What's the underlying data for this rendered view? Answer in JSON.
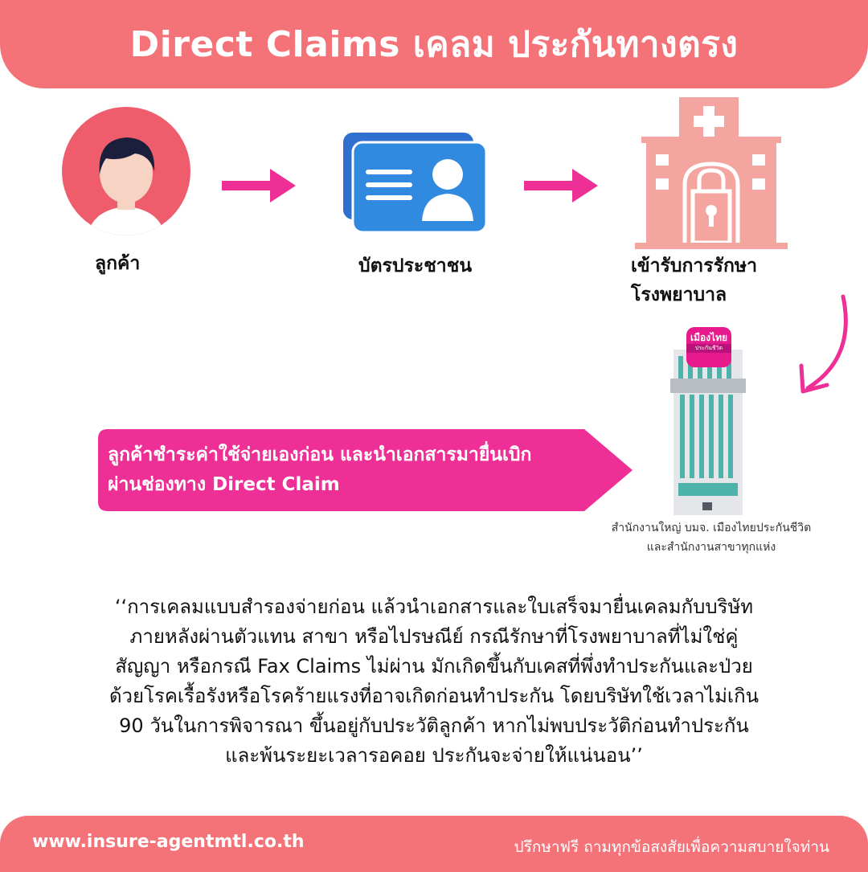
{
  "header": {
    "title": "Direct Claims เคลม ประกันทางตรง"
  },
  "steps": [
    {
      "label": "ลูกค้า",
      "icon": "customer-avatar-icon"
    },
    {
      "label": "บัตรประชาชน",
      "icon": "id-card-icon"
    },
    {
      "label_line1": "เข้ารับการรักษา",
      "label_line2": "โรงพยาบาล",
      "icon": "hospital-icon"
    }
  ],
  "banner": {
    "line1": "ลูกค้าชำระค่าใช้จ่ายเองก่อน และนำเอกสารมายื่นเบิก",
    "line2": "ผ่านช่องทาง Direct Claim"
  },
  "hq": {
    "logo_line1": "เมืองไทย",
    "logo_line2": "ประกันชีวิต",
    "caption_line1": "สำนักงานใหญ่ บมจ. เมืองไทยประกันชีวิต",
    "caption_line2": "และสำนักงานสาขาทุกแห่ง"
  },
  "quote": {
    "lines": [
      "‘‘การเคลมแบบสำรองจ่ายก่อน แล้วนำเอกสารและใบเสร็จมายื่นเคลมกับบริษัท",
      "ภายหลังผ่านตัวแทน สาขา หรือไปรษณีย์ กรณีรักษาที่โรงพยาบาลที่ไม่ใช่คู่",
      "สัญญา หรือกรณี Fax Claims ไม่ผ่าน มักเกิดขึ้นกับเคสที่พึ่งทำประกันและป่วย",
      "ด้วยโรคเรื้อรังหรือโรคร้ายแรงที่อาจเกิดก่อนทำประกัน โดยบริษัทใช้เวลาไม่เกิน",
      "90 วันในการพิจารณา ขึ้นอยู่กับประวัติลูกค้า หากไม่พบประวัติก่อนทำประกัน",
      "และพ้นระยะเวลารอคอย ประกันจะจ่ายให้แน่นอน’’"
    ]
  },
  "footer": {
    "url": "www.insure-agentmtl.co.th",
    "tagline": "ปรึกษาฟรี ถามทุกข้อสงสัยเพื่อความสบายใจท่าน"
  },
  "colors": {
    "brand_coral": "#f47378",
    "accent_magenta": "#ee2f96",
    "card_blue": "#2f6fcf",
    "hospital_salmon": "#f4a59f",
    "avatar_pink": "#ef5c6c"
  }
}
